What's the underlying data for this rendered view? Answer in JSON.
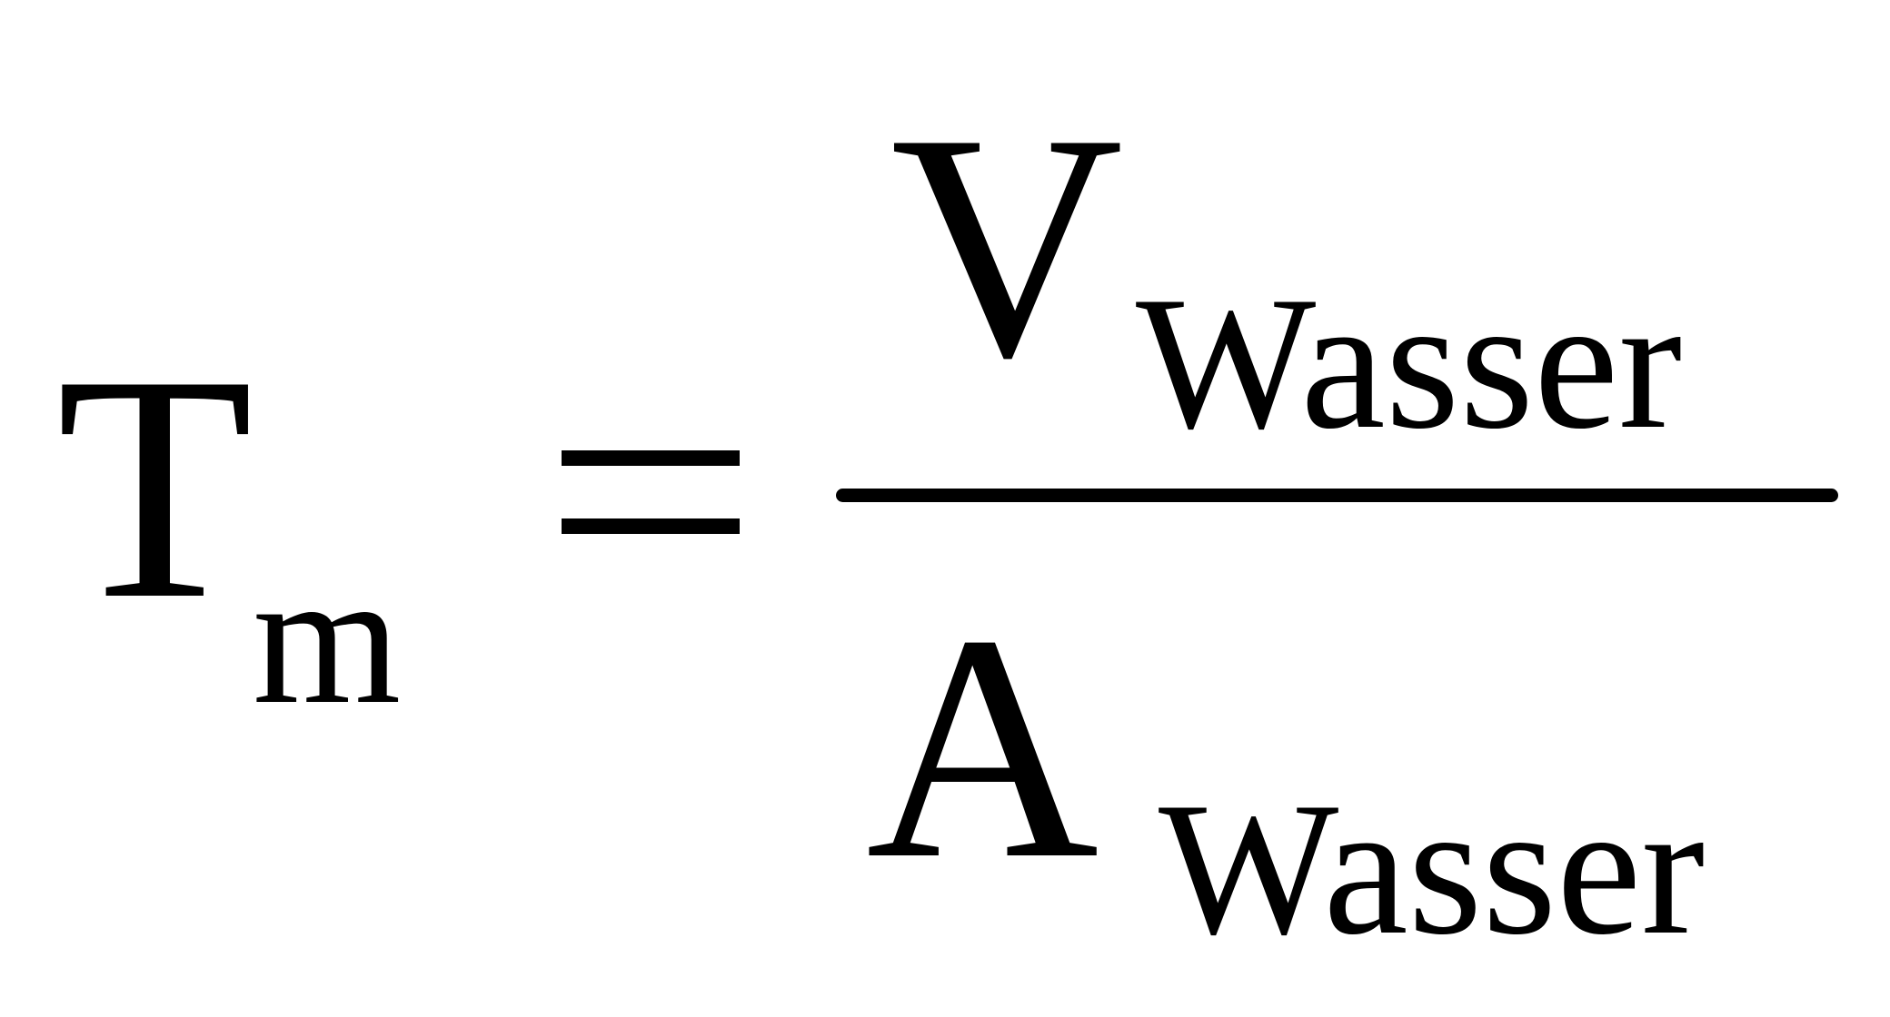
{
  "formula": {
    "lhs": {
      "base": "T",
      "subscript": "m"
    },
    "operator": "=",
    "fraction": {
      "numerator": {
        "base": "V",
        "subscript": "Wasser"
      },
      "denominator": {
        "base": "A",
        "subscript": "Wasser"
      }
    }
  },
  "colors": {
    "text": "#000000",
    "background": "#ffffff"
  }
}
